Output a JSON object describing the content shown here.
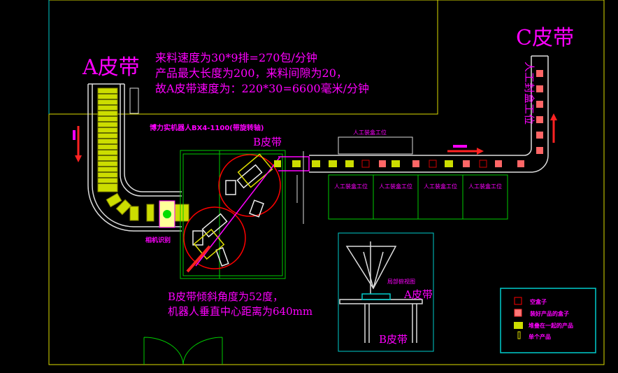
{
  "labels": {
    "a_belt": "A皮带",
    "c_belt": "C皮带",
    "b_belt": "B皮带",
    "line1": "来料速度为30*9排=270包/分钟",
    "line2": "产品最大长度为200，来料间隙为20，",
    "line3": "故A皮带速度为：220*30=6600毫米/分钟",
    "robot": "博力实机器人BX4-1100(带旋转轴)",
    "manual_top": "人工装盒工位",
    "manual_1": "人工装盒工位",
    "manual_2": "人工装盒工位",
    "manual_3": "人工装盒工位",
    "manual_4": "人工装盒工位",
    "manual_c": "人工封盒工位",
    "camera": "相机识别",
    "b_note1": "B皮带倾斜角度为52度，",
    "b_note2": "机器人垂直中心距离为640mm",
    "detail_title": "局部俯视图",
    "detail_a": "A皮带",
    "detail_b": "B皮带"
  },
  "legend": [
    {
      "label": "空盒子",
      "icon": "empty-box"
    },
    {
      "label": "装好产品的盒子",
      "icon": "filled-box"
    },
    {
      "label": "堆叠在一起的产品",
      "icon": "stacked-product"
    },
    {
      "label": "单个产品",
      "icon": "single-product"
    }
  ],
  "colors": {
    "magenta": "#ff00ff",
    "green": "#00cc00",
    "yellow": "#dddd00",
    "cyan": "#00cccc",
    "red": "#ff0000"
  }
}
